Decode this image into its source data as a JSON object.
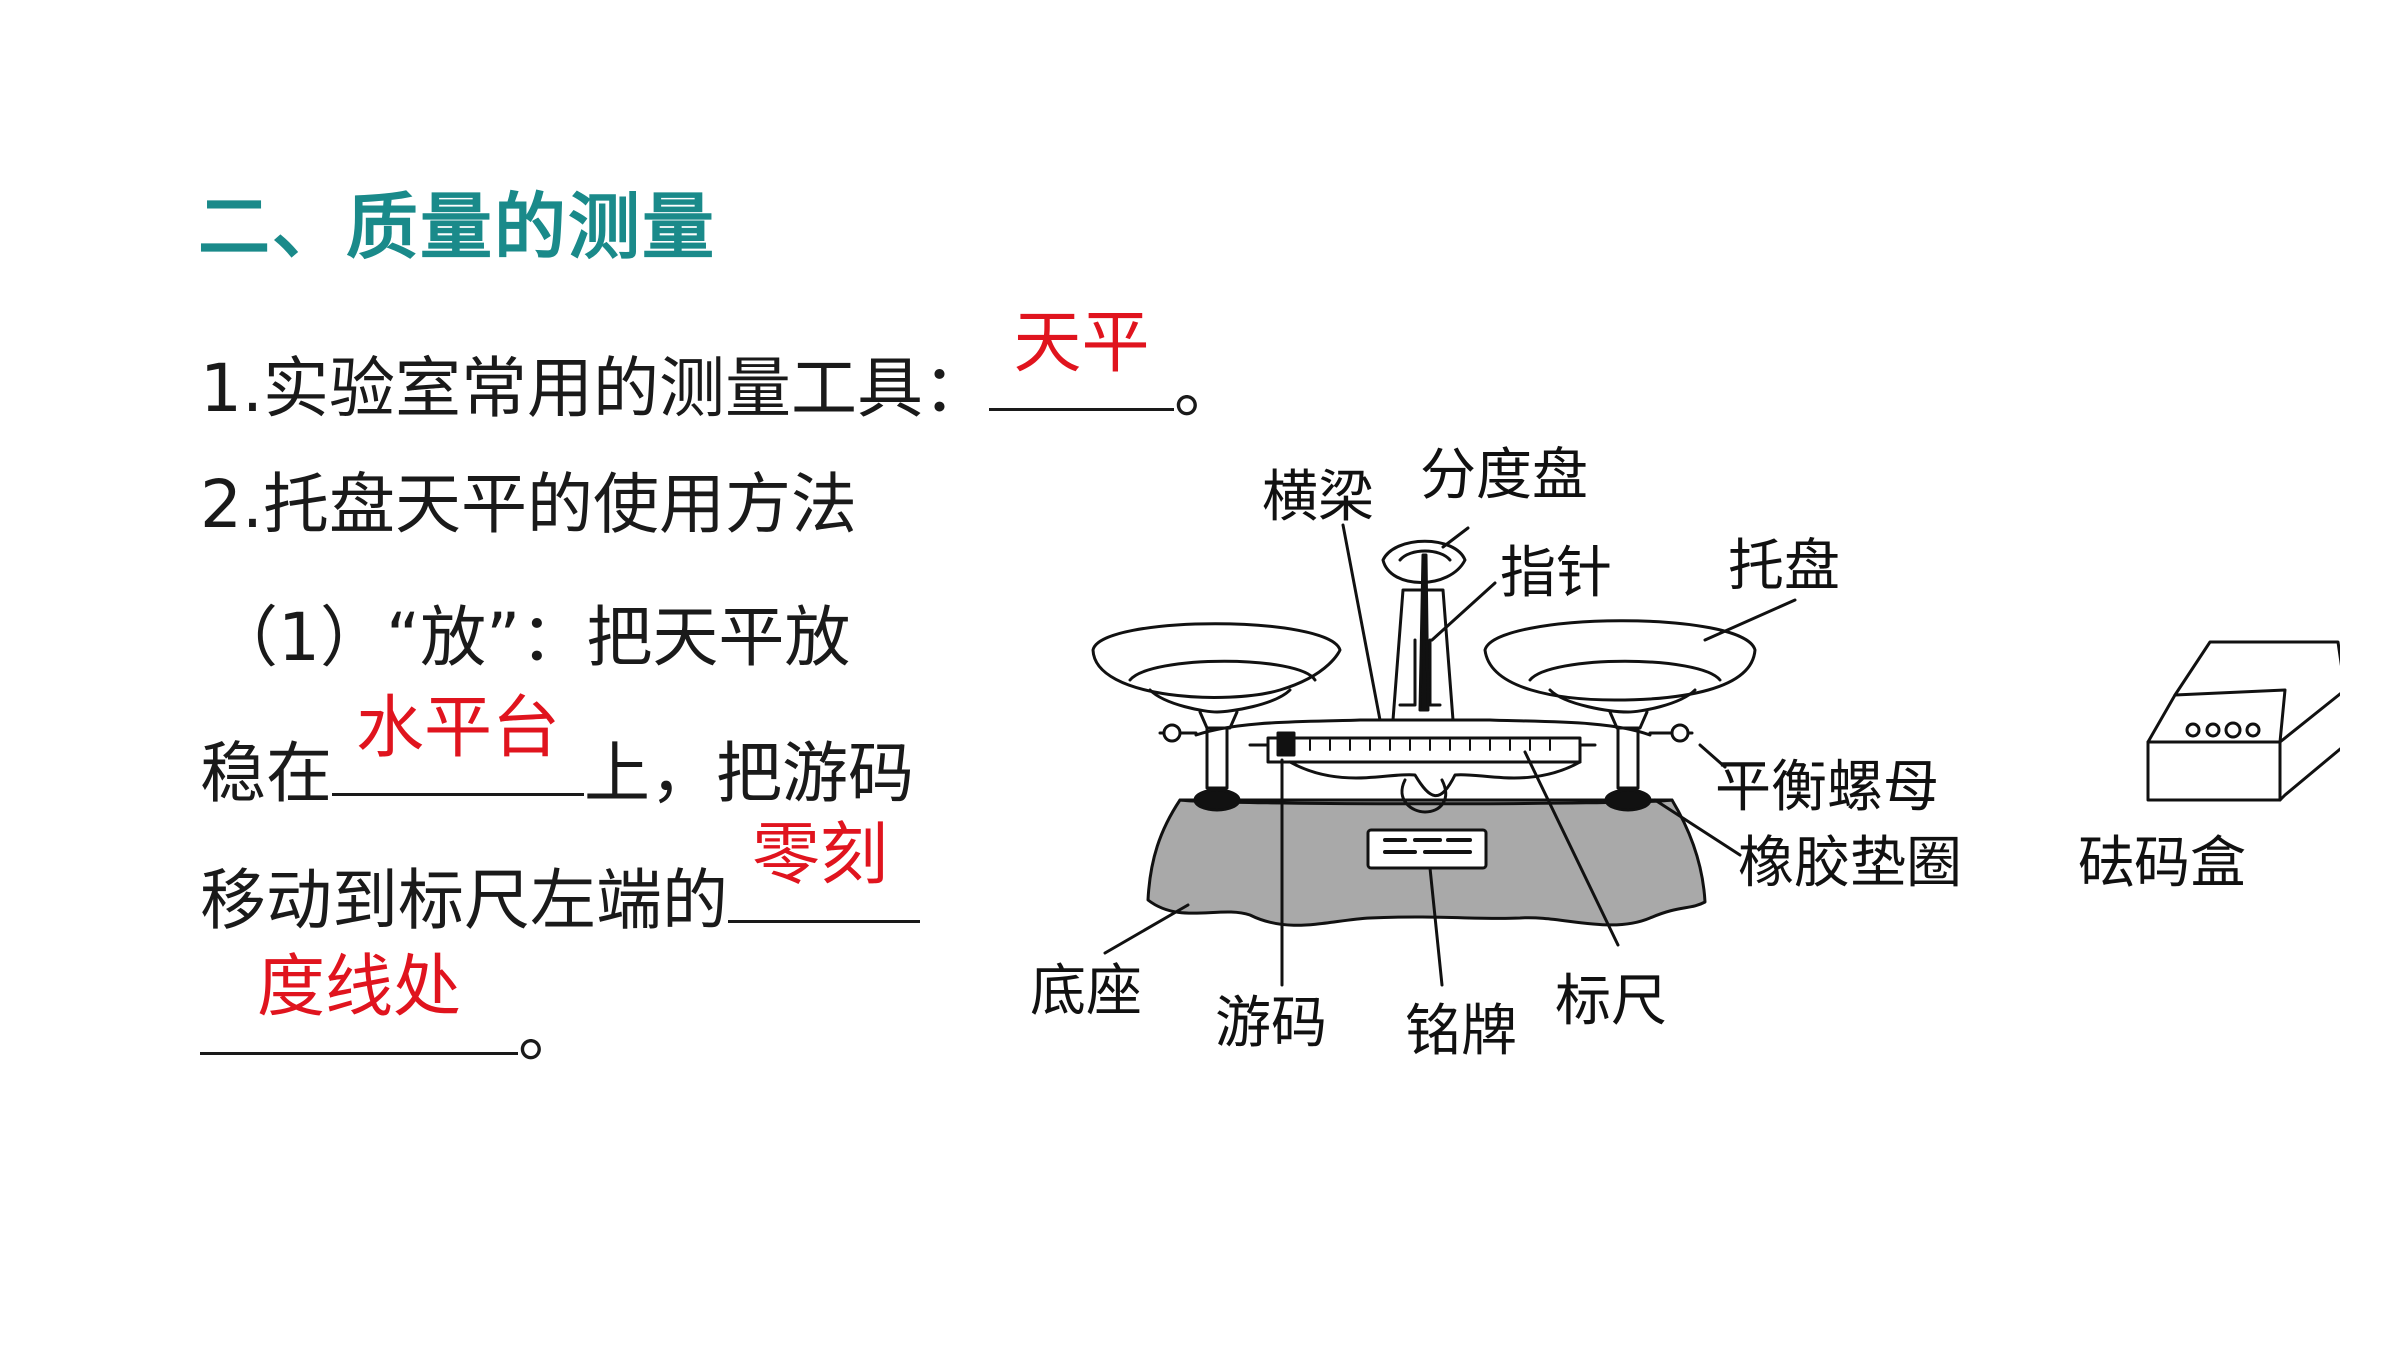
{
  "heading": "二、质量的测量",
  "q1": {
    "prefix": "1.实验室常用的测量工具：",
    "answer": "天平",
    "suffix": "。"
  },
  "q2": {
    "title": "2.托盘天平的使用方法"
  },
  "step1": {
    "line1": "（1）“放”：把天平放",
    "line2_prefix": "稳在",
    "answer1": "水平台",
    "line2_suffix": "上，把游码",
    "line3_prefix": "移动到标尺左端的",
    "answer2_part1": "零刻",
    "answer2_part2": "度线处",
    "line4_suffix": "。"
  },
  "figure": {
    "labels": {
      "beam": "横梁",
      "dial": "分度盘",
      "pointer": "指针",
      "pan": "托盘",
      "balance_nut": "平衡螺母",
      "rubber_ring": "橡胶垫圈",
      "weight_box": "砝码盒",
      "base": "底座",
      "rider": "游码",
      "nameplate": "铭牌",
      "scale": "标尺"
    },
    "colors": {
      "base_fill": "#a9a9a9",
      "line": "#111111"
    }
  }
}
